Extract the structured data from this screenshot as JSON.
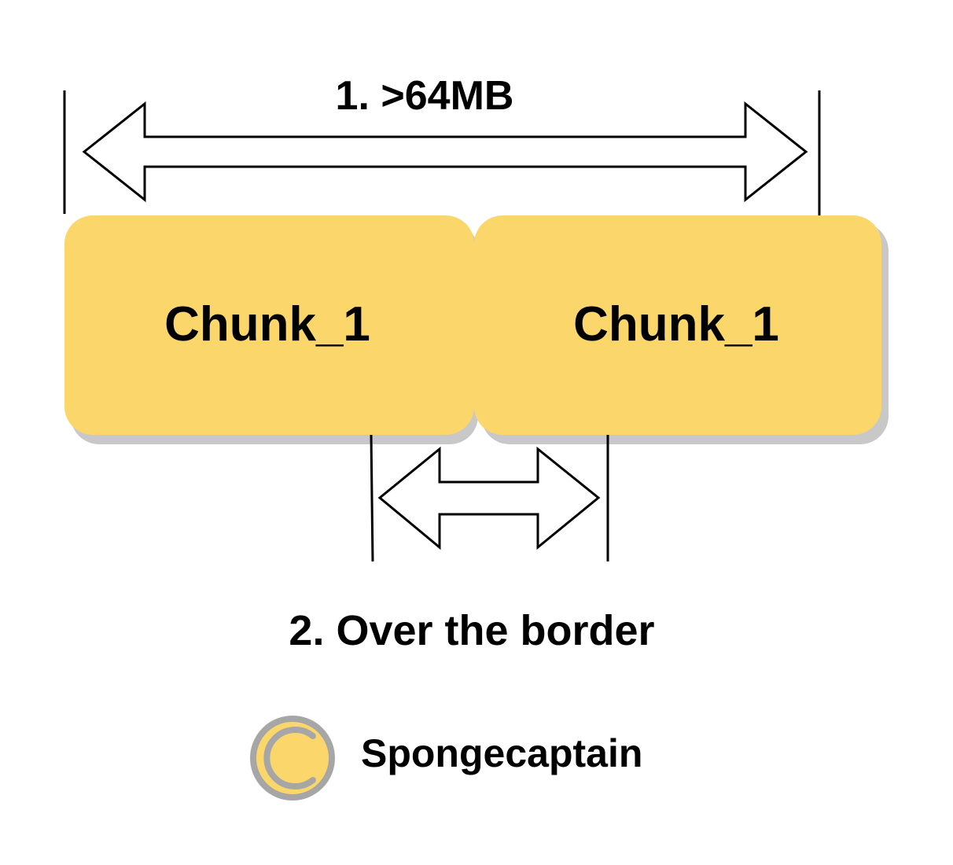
{
  "labels": {
    "size_label": "1. >64MB",
    "border_label": "2. Over the border"
  },
  "chunks": [
    {
      "label": "Chunk_1"
    },
    {
      "label": "Chunk_1"
    }
  ],
  "watermark": {
    "text": "Spongecaptain",
    "icon": "copyright-icon"
  },
  "colors": {
    "chunk_fill": "#FAD66B",
    "chunk_shadow": "#C8C8C8",
    "icon_ring": "#A6A6A6",
    "icon_fill": "#FAD66B",
    "stroke": "#000000"
  }
}
